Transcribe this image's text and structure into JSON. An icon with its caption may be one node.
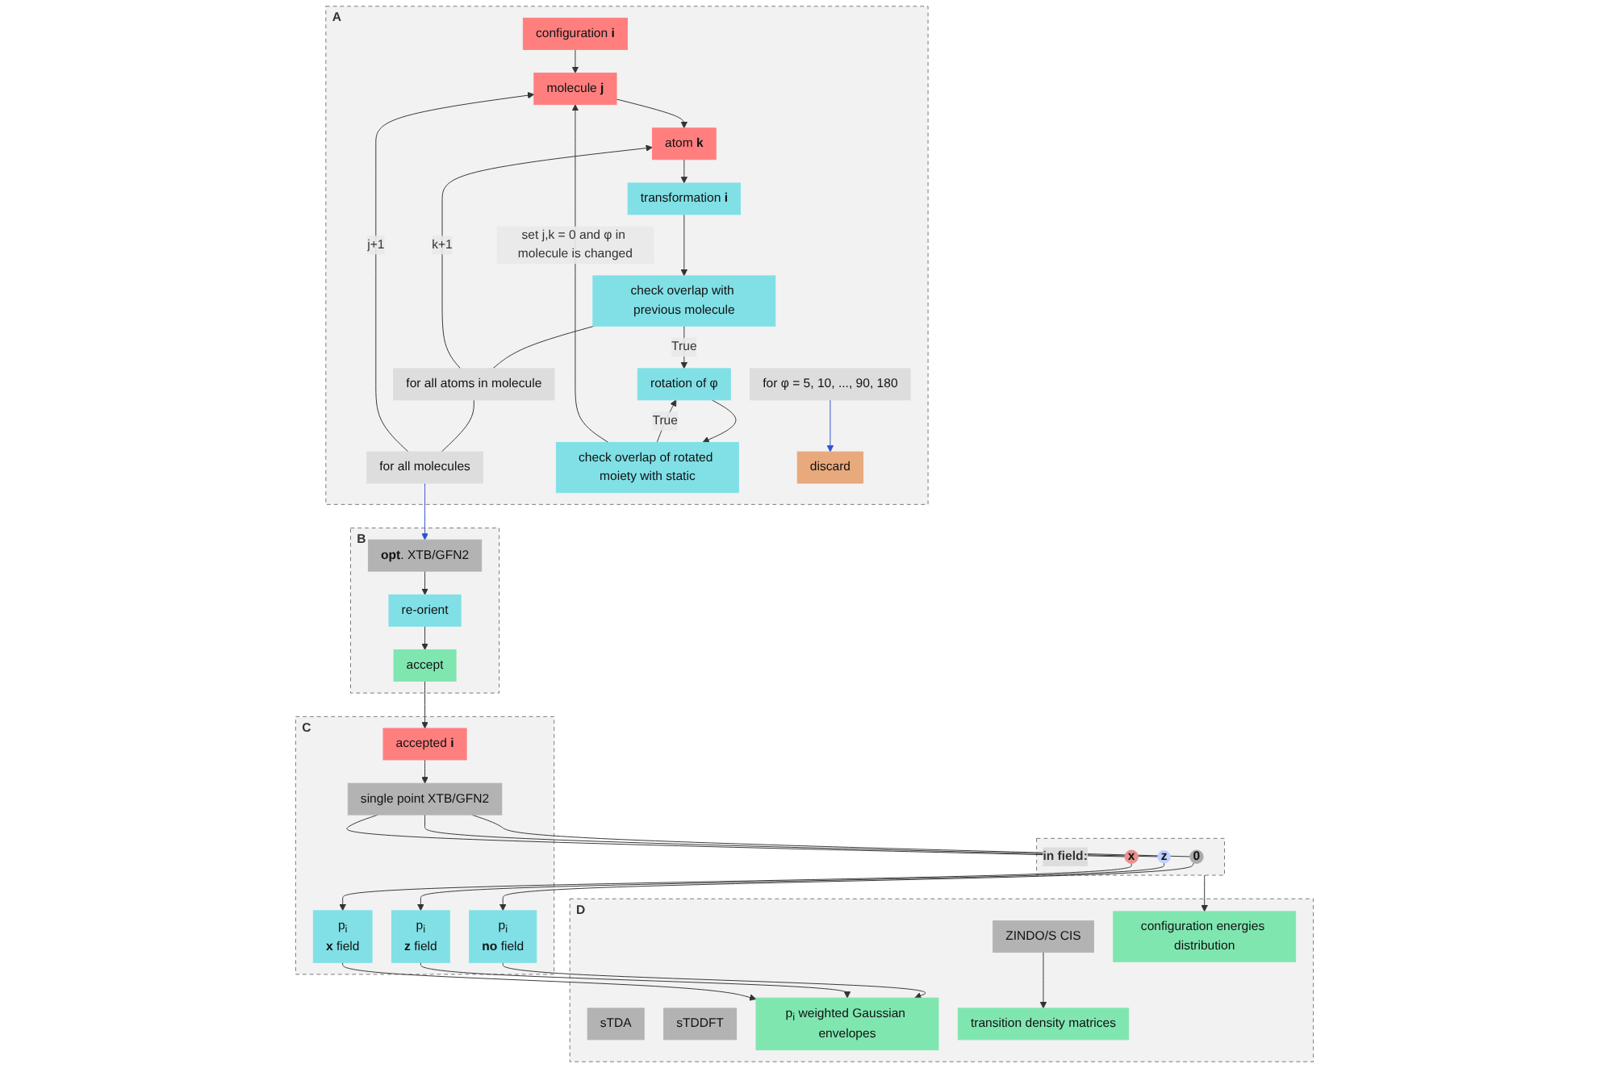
{
  "diagram": {
    "nodes": [
      {
        "text": [
          "A"
        ]
      },
      {
        "text": [
          "configuration **i**"
        ],
        "in": 0
      },
      {
        "text": [
          "molecule **j**"
        ],
        "in": 0
      },
      {
        "text": [
          "atom **k**"
        ],
        "in": 0
      },
      {
        "text": [
          "transformation **i**"
        ],
        "in": 0
      },
      {
        "text": [
          "check overlap with previous molecule"
        ],
        "in": 0
      },
      {
        "text": [
          "for all atoms in molecule"
        ],
        "in": 0
      },
      {
        "text": [
          "for all molecules"
        ],
        "in": 0
      },
      {
        "text": [
          "check overlap of rotated moiety with static"
        ],
        "in": 0
      },
      {
        "text": [
          "for φ = 5, 10, ..., 90, 180"
        ],
        "in": 0
      },
      {
        "text": [
          "rotation of φ"
        ],
        "in": 0
      },
      {
        "text": [
          "discard"
        ],
        "in": 0
      },
      {
        "text": [
          "B"
        ]
      },
      {
        "text": [
          "**opt**. XTB/GFN2"
        ],
        "in": 12
      },
      {
        "text": [
          "re-orient"
        ],
        "in": 12
      },
      {
        "text": [
          "accept"
        ],
        "in": 12
      },
      {
        "text": [
          "C"
        ]
      },
      {
        "text": [
          "accepted **i**"
        ],
        "in": 16
      },
      {
        "text": [
          "single point XTB/GFN2"
        ],
        "in": 16
      },
      {
        "text": [
          "in field:"
        ]
      },
      {
        "text": [
          "**0**"
        ],
        "in": 19
      },
      {
        "text": [
          "**z**"
        ],
        "in": 19
      },
      {
        "text": [
          "**x**"
        ],
        "in": 19
      },
      {
        "text": [
          "p$_{i}$",
          "**no** field"
        ],
        "in": 16
      },
      {
        "text": [
          "p$_{i}$",
          "**z** field"
        ],
        "in": 16
      },
      {
        "text": [
          "p$_{i}$",
          "**x** field"
        ],
        "in": 16
      },
      {
        "text": [
          "D"
        ]
      },
      {
        "text": [
          "sTDA"
        ],
        "in": 26
      },
      {
        "text": [
          "sTDDFT"
        ],
        "in": 26
      },
      {
        "text": [
          "ZINDO/S CIS"
        ],
        "in": 26
      },
      {
        "text": [
          "p$_{i}$ weighted Gaussian envelopes"
        ],
        "in": 26
      },
      {
        "text": [
          "transition density matrices"
        ],
        "in": 26
      },
      {
        "text": [
          "configuration energies distribution"
        ],
        "in": 26
      }
    ],
    "edges": [
      {
        "from": 1,
        "to": 2,
        "arrow": "to"
      },
      {
        "from": 2,
        "to": 3,
        "arrow": "to"
      },
      {
        "from": 3,
        "to": 4,
        "arrow": "to"
      },
      {
        "from": 4,
        "to": 5,
        "arrow": "to"
      },
      {
        "from": 5,
        "to": 6,
        "arrow": "none"
      },
      {
        "from": 6,
        "to": 7,
        "arrow": "none"
      },
      {
        "from": 6,
        "to": 3,
        "label": "k+1",
        "arrow": "to"
      },
      {
        "from": 7,
        "to": 2,
        "label": "j+1",
        "arrow": "to"
      },
      {
        "from": 5,
        "to": 10,
        "label": "True",
        "arrow": "to"
      },
      {
        "from": 10,
        "to": 8,
        "arrow": "to"
      },
      {
        "from": 8,
        "to": 10,
        "label": "True",
        "arrow": "to"
      },
      {
        "from": 8,
        "to": 2,
        "label": "set j,k = 0 and φ in molecule is changed",
        "arrow": "to"
      },
      {
        "from": 9,
        "to": 11,
        "arrow": "to",
        "color": "#2f4fd0"
      },
      {
        "from": 7,
        "to": 13,
        "arrow": "to",
        "color": "#2f4fd0"
      },
      {
        "from": 13,
        "to": 14,
        "arrow": "to"
      },
      {
        "from": 14,
        "to": 15,
        "arrow": "to"
      },
      {
        "from": 15,
        "to": 17,
        "arrow": "to"
      },
      {
        "from": 17,
        "to": 18,
        "arrow": "to"
      },
      {
        "from": 18,
        "to": 20,
        "arrow": "none"
      },
      {
        "from": 18,
        "to": 21,
        "arrow": "none"
      },
      {
        "from": 18,
        "to": 22,
        "arrow": "none"
      },
      {
        "from": 20,
        "to": 23,
        "arrow": "to"
      },
      {
        "from": 21,
        "to": 24,
        "arrow": "to"
      },
      {
        "from": 22,
        "to": 25,
        "arrow": "to"
      },
      {
        "from": 23,
        "to": 30,
        "arrow": "to"
      },
      {
        "from": 24,
        "to": 30,
        "arrow": "to"
      },
      {
        "from": 25,
        "to": 30,
        "arrow": "to"
      },
      {
        "from": 29,
        "to": 31,
        "arrow": "to"
      },
      {
        "from": 19,
        "to": 32,
        "arrow": "to"
      }
    ]
  }
}
